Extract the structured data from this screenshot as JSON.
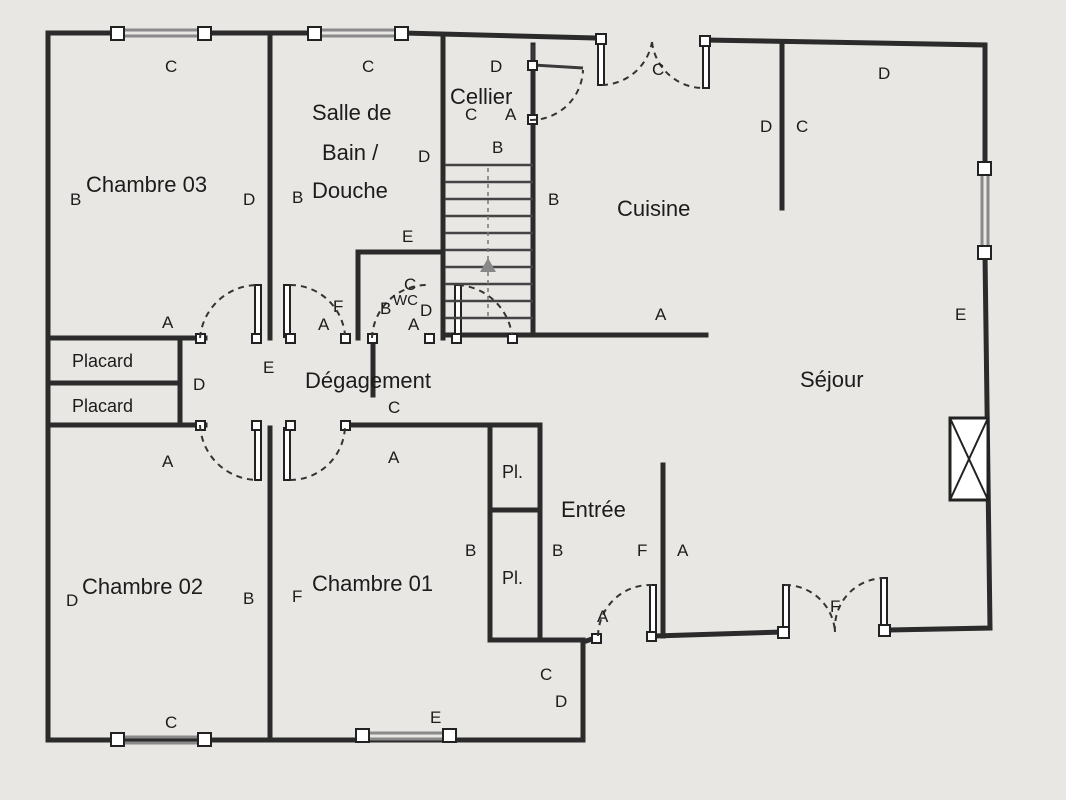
{
  "rooms": {
    "chambre_03": "Chambre 03",
    "salle_de_bain_line1": "Salle de",
    "salle_de_bain_line2": "Bain /",
    "salle_de_bain_line3": "Douche",
    "cellier": "Cellier",
    "cuisine": "Cuisine",
    "sejour": "Séjour",
    "degagement": "Dégagement",
    "wc": "WC",
    "placard_1": "Placard",
    "placard_2": "Placard",
    "pl_1": "Pl.",
    "pl_2": "Pl.",
    "entree": "Entrée",
    "chambre_02": "Chambre 02",
    "chambre_01": "Chambre 01"
  },
  "wall_labels": {
    "ch03_top": "C",
    "ch03_left": "B",
    "ch03_right": "D",
    "ch03_bottom": "A",
    "sdb_top": "C",
    "sdb_left": "B",
    "sdb_right": "D",
    "sdb_bottom": "A",
    "sdb_e": "E",
    "sdb_f": "F",
    "cellier_top": "D",
    "cellier_left": "C",
    "cellier_a": "A",
    "cellier_b": "B",
    "stair_b": "B",
    "wc_c": "C",
    "wc_b": "B",
    "wc_d": "D",
    "wc_a": "A",
    "door_c": "C",
    "cuisine_d1": "D",
    "cuisine_c": "C",
    "cuisine_top_d": "D",
    "cuisine_a": "A",
    "sejour_e": "E",
    "deg_e": "E",
    "deg_d": "D",
    "deg_c": "C",
    "ch02_top": "A",
    "ch02_left": "D",
    "ch02_right": "B",
    "ch02_bottom": "C",
    "ch01_top": "A",
    "ch01_left": "F",
    "ch01_right": "B",
    "ch01_bottom": "E",
    "entree_b": "B",
    "entree_f": "F",
    "entree_a": "A",
    "entree_door_a": "A",
    "entree_c": "C",
    "entree_d": "D",
    "sejour_f": "F"
  }
}
